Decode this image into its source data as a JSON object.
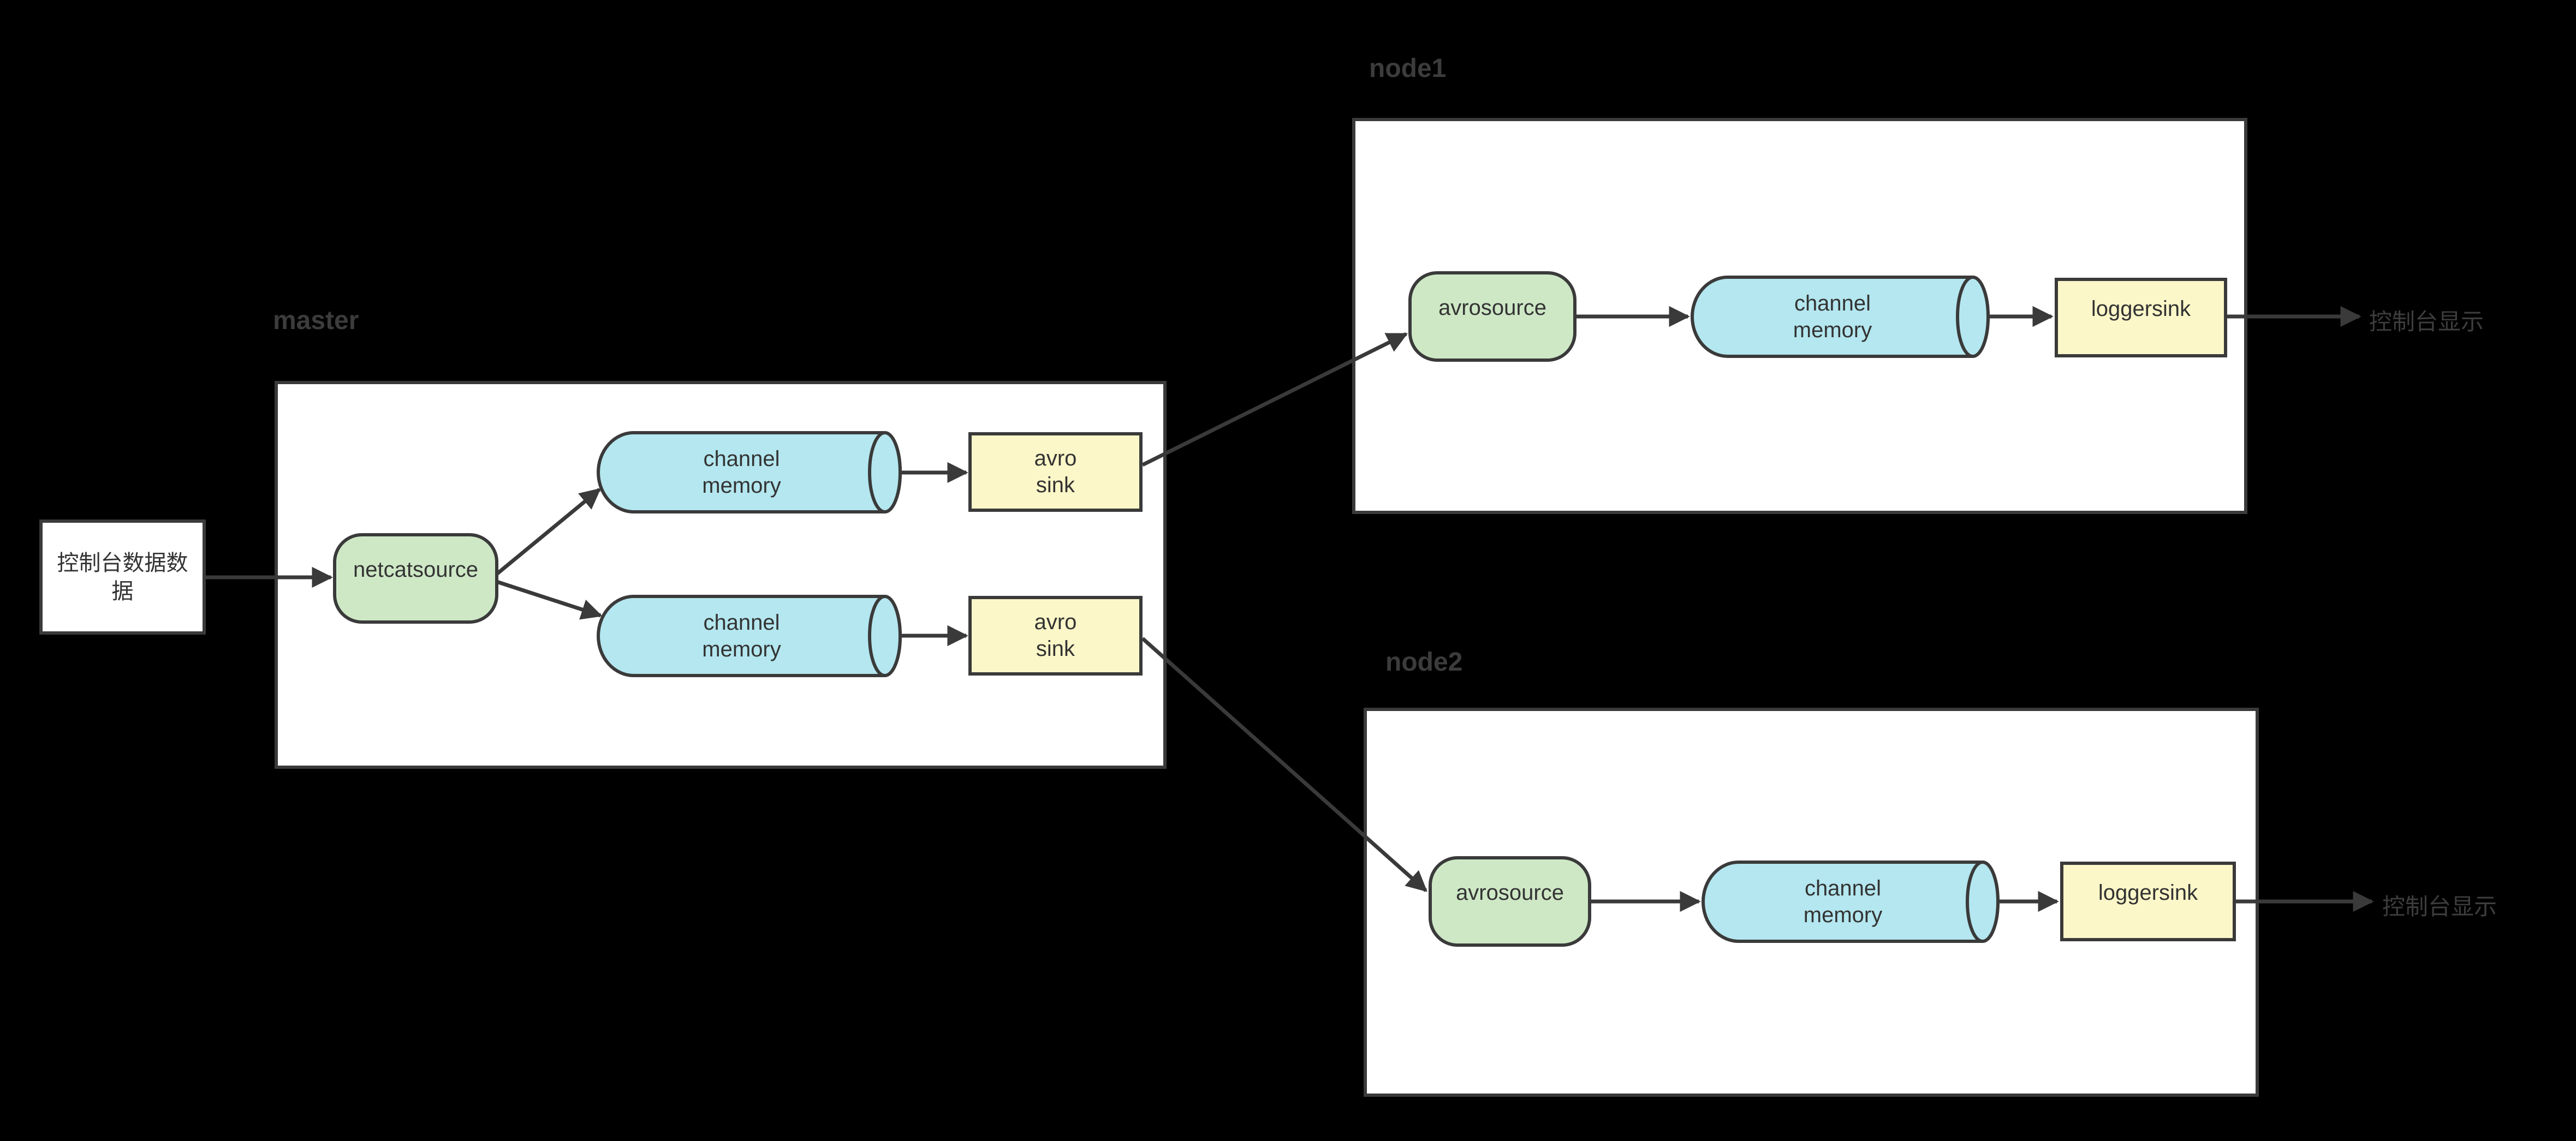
{
  "diagram": {
    "type": "flume-multi-agent-flow-diagram",
    "colors": {
      "background": "#000000",
      "container_fill": "#ffffff",
      "stroke": "#3a3a3a",
      "source_fill": "#cee8c6",
      "channel_fill": "#b4e7ef",
      "sink_fill": "#fcf7c8",
      "title_text": "#3c3c3c",
      "node_text": "#333333",
      "external_text": "#3d3d3d"
    },
    "input": {
      "label": "控制台数据数据"
    },
    "master": {
      "title": "master",
      "source": {
        "label": "netcatsource"
      },
      "channel_top": {
        "label": "channel memory"
      },
      "channel_bottom": {
        "label": "channel memory"
      },
      "sink_top": {
        "label": "avro sink"
      },
      "sink_bottom": {
        "label": "avro sink"
      }
    },
    "node1": {
      "title": "node1",
      "source": {
        "label": "avrosource"
      },
      "channel": {
        "label": "channel memory"
      },
      "sink": {
        "label": "loggersink"
      },
      "output": {
        "label": "控制台显示"
      }
    },
    "node2": {
      "title": "node2",
      "source": {
        "label": "avrosource"
      },
      "channel": {
        "label": "channel memory"
      },
      "sink": {
        "label": "loggersink"
      },
      "output": {
        "label": "控制台显示"
      }
    }
  }
}
